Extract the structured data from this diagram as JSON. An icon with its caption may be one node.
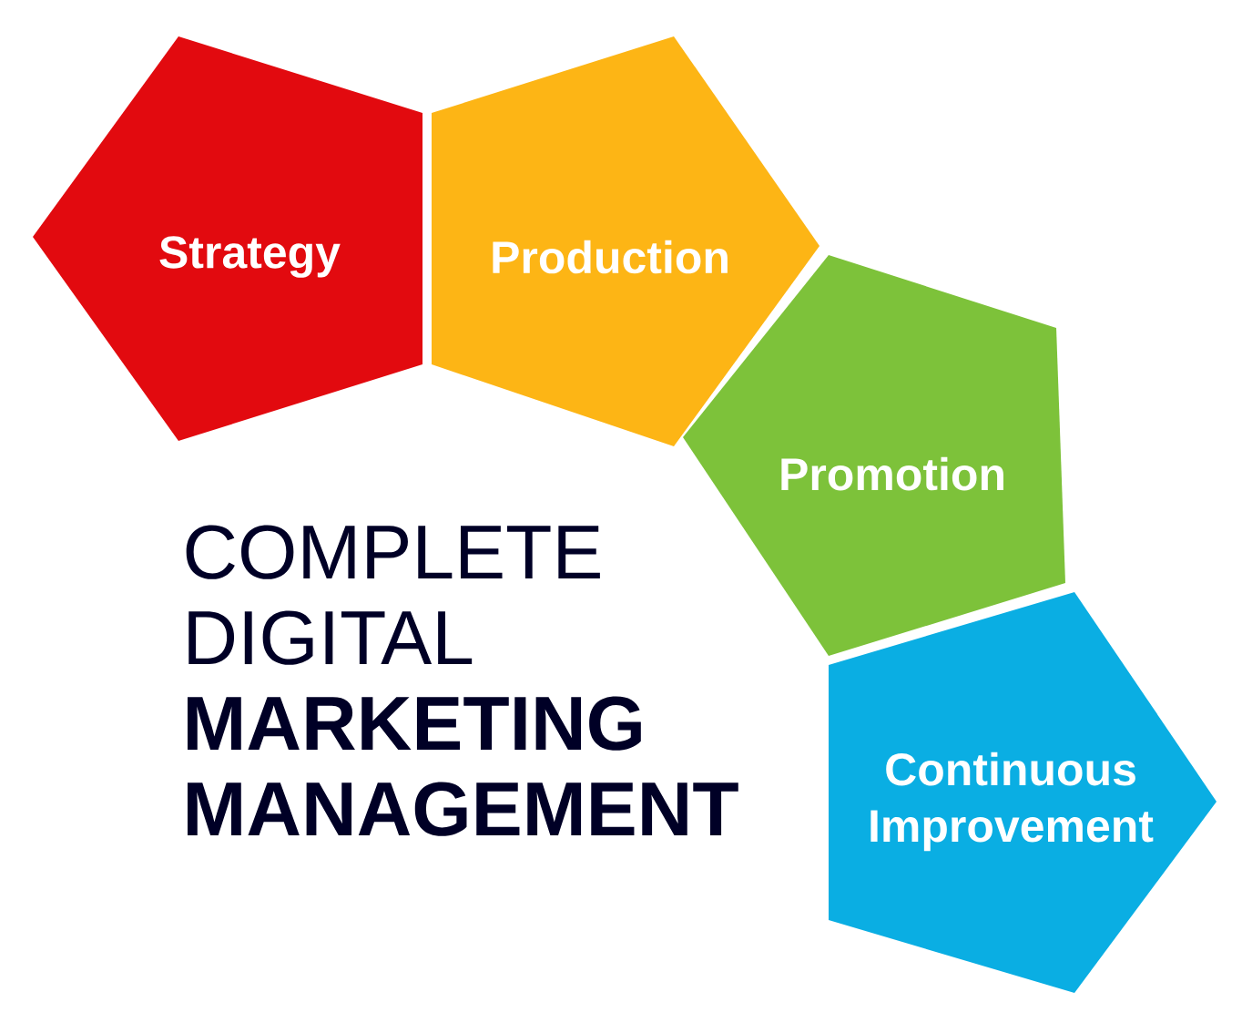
{
  "diagram": {
    "title": "COMPLETE DIGITAL **MARKETING MANAGEMENT**",
    "nodes": [
      {
        "text": [
          "Strategy"
        ]
      },
      {
        "text": [
          "Production"
        ]
      },
      {
        "text": [
          "Promotion"
        ]
      },
      {
        "text": [
          "Continuous Improvement"
        ]
      }
    ]
  }
}
